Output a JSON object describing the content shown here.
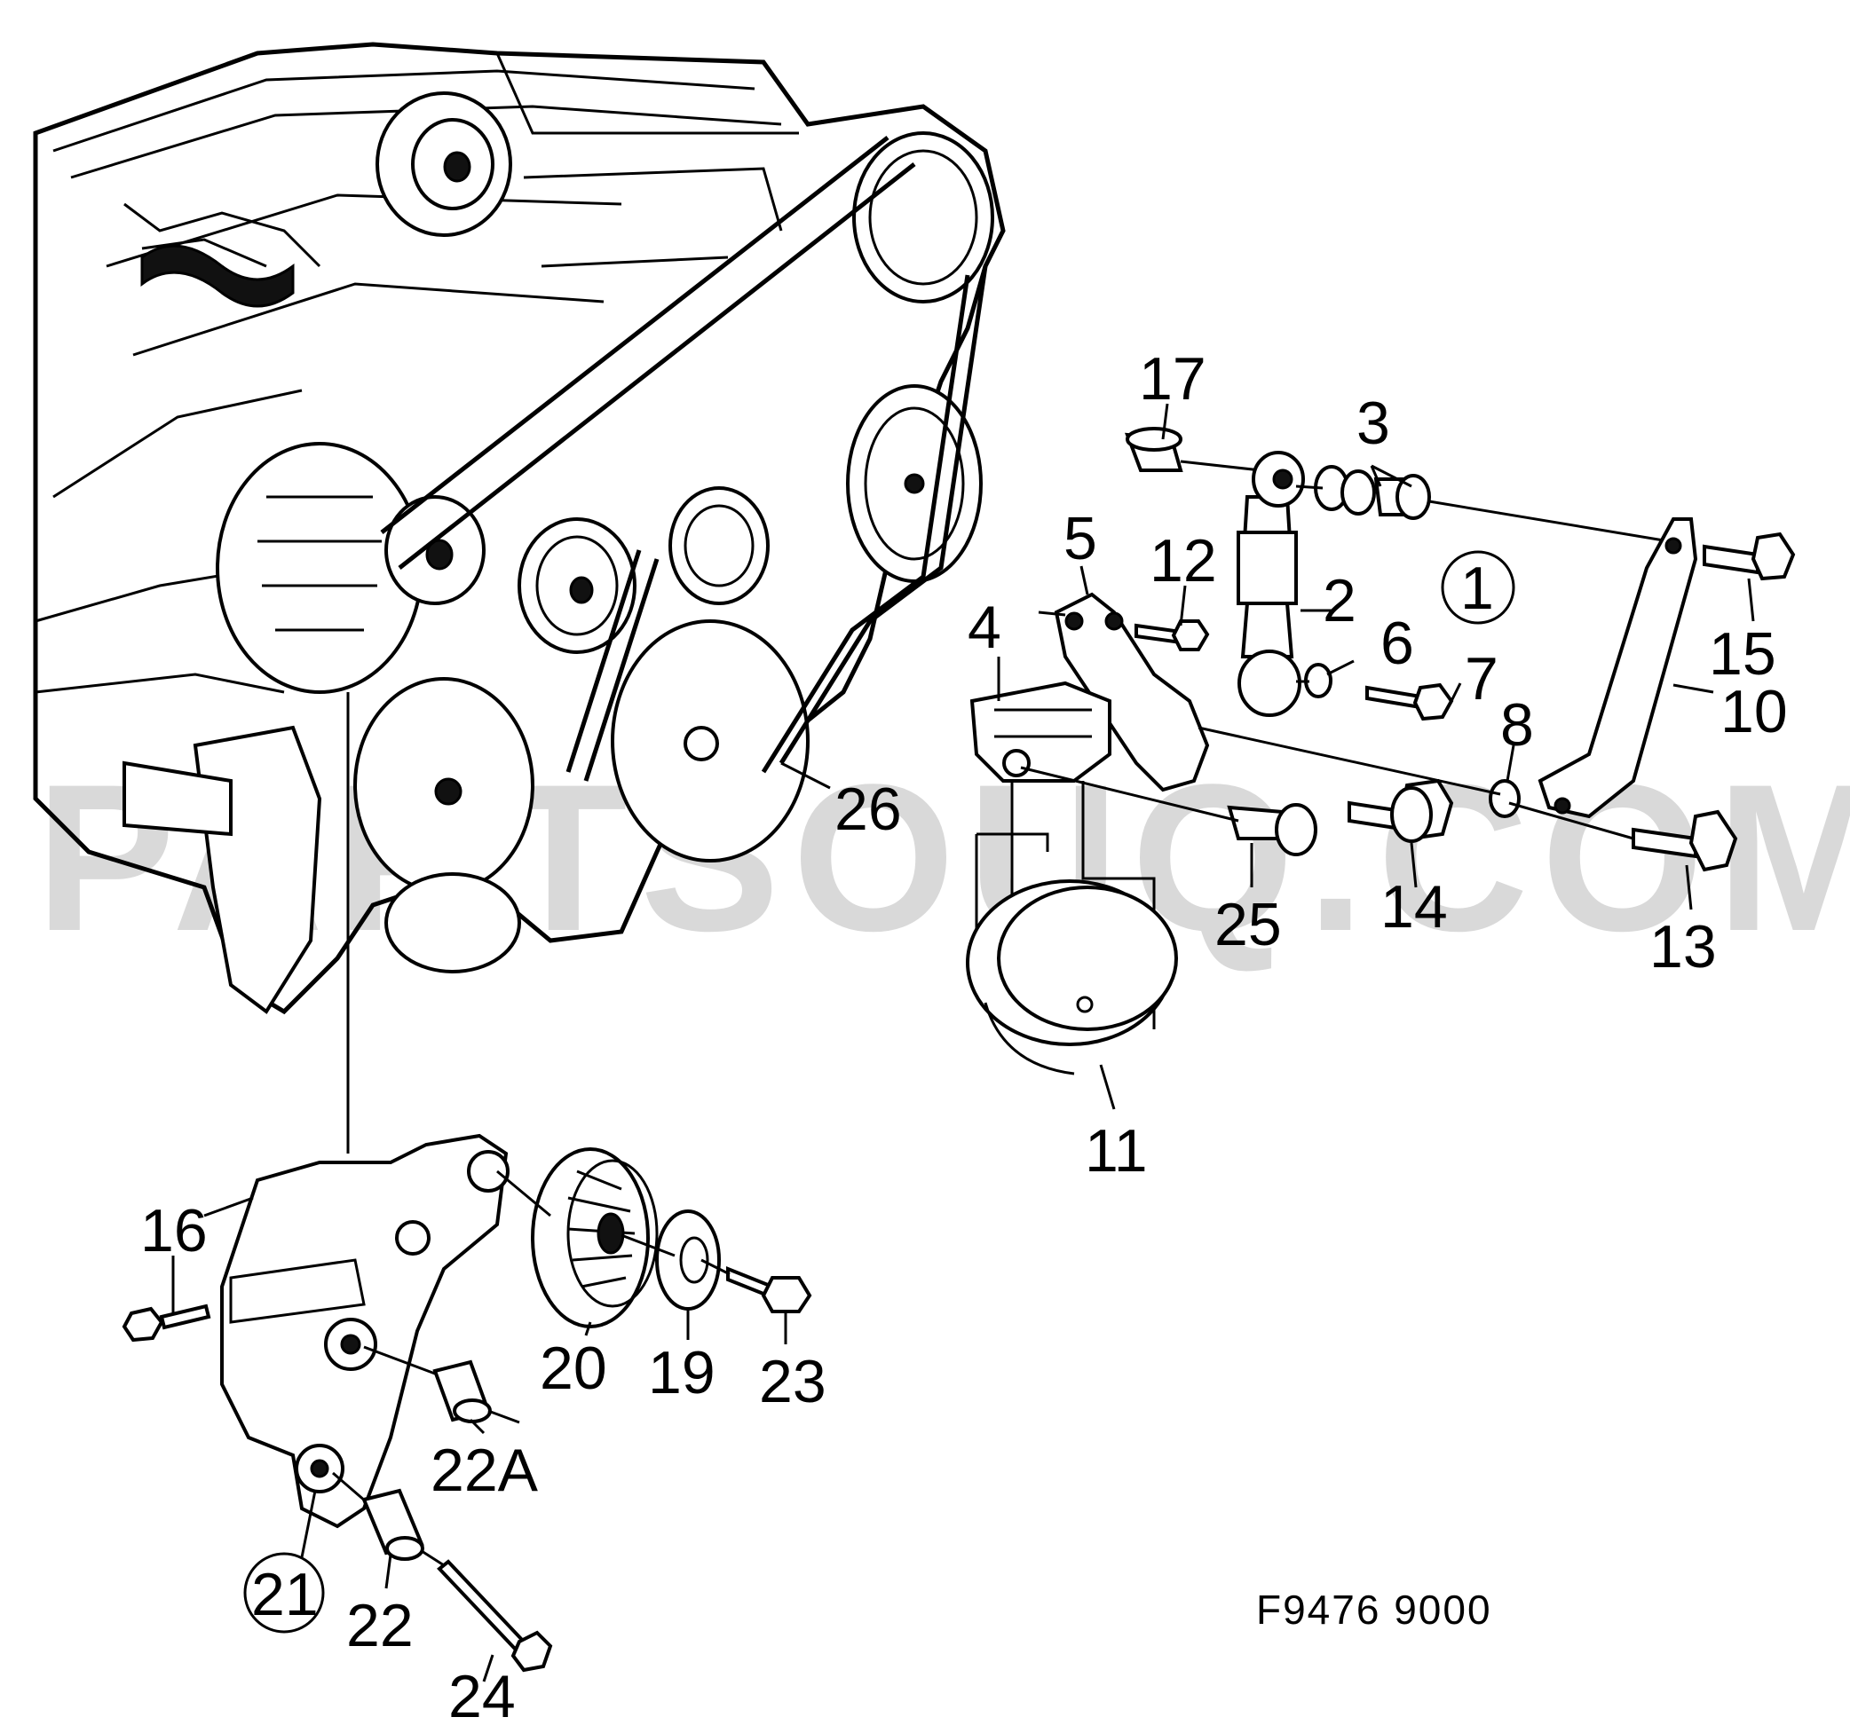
{
  "watermark": "PARTSOUQ.COM",
  "figure_code": "F9476 9000",
  "callouts": {
    "c1": "1",
    "c2": "2",
    "c3": "3",
    "c4": "4",
    "c5": "5",
    "c6": "6",
    "c7": "7",
    "c8": "8",
    "c10": "10",
    "c11": "11",
    "c12": "12",
    "c13": "13",
    "c14": "14",
    "c15": "15",
    "c16": "16",
    "c17": "17",
    "c19": "19",
    "c20": "20",
    "c21": "21",
    "c22": "22",
    "c22a": "22A",
    "c23": "23",
    "c24": "24",
    "c25": "25",
    "c26": "26"
  }
}
